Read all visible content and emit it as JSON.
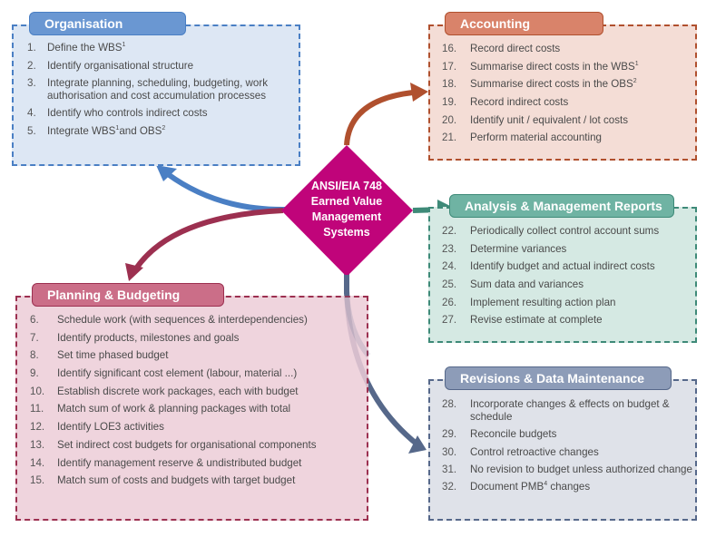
{
  "center": {
    "lines": [
      "ANSI/EIA 748",
      "Earned Value",
      "Management",
      "Systems"
    ],
    "color": "#c0047a"
  },
  "organisation": {
    "title": "Organisation",
    "color": "#4a7fc4",
    "items": [
      {
        "num": "1.",
        "text": "Define the WBS",
        "sup": "1",
        "tail": ""
      },
      {
        "num": "2.",
        "text": "Identify organisational structure",
        "sup": "",
        "tail": ""
      },
      {
        "num": "3.",
        "text": "Integrate planning, scheduling, budgeting, work authorisation and cost accumulation processes",
        "sup": "",
        "tail": ""
      },
      {
        "num": "4.",
        "text": "Identify who controls indirect costs",
        "sup": "",
        "tail": ""
      },
      {
        "num": "5.",
        "text": "Integrate WBS",
        "sup": "1",
        "tail": "and OBS",
        "sup2": "2"
      }
    ]
  },
  "accounting": {
    "title": "Accounting",
    "color": "#b05030",
    "items": [
      {
        "num": "16.",
        "text": "Record direct costs",
        "sup": ""
      },
      {
        "num": "17.",
        "text": "Summarise direct costs in the WBS",
        "sup": "1"
      },
      {
        "num": "18.",
        "text": "Summarise direct costs in the OBS",
        "sup": "2"
      },
      {
        "num": "19.",
        "text": "Record indirect costs",
        "sup": ""
      },
      {
        "num": "20.",
        "text": "Identify unit / equivalent / lot costs",
        "sup": ""
      },
      {
        "num": "21.",
        "text": "Perform material accounting",
        "sup": ""
      }
    ]
  },
  "analysis": {
    "title": "Analysis & Management Reports",
    "color": "#3e8a78",
    "items": [
      {
        "num": "22.",
        "text": "Periodically collect control account sums"
      },
      {
        "num": "23.",
        "text": "Determine variances"
      },
      {
        "num": "24.",
        "text": "Identify budget and actual indirect costs"
      },
      {
        "num": "25.",
        "text": "Sum data and variances"
      },
      {
        "num": "26.",
        "text": "Implement resulting action plan"
      },
      {
        "num": "27.",
        "text": "Revise estimate at complete"
      }
    ]
  },
  "planning": {
    "title": "Planning & Budgeting",
    "color": "#9c3050",
    "items": [
      {
        "num": "6.",
        "text": "Schedule work (with sequences & interdependencies)"
      },
      {
        "num": "7.",
        "text": "Identify products, milestones and goals"
      },
      {
        "num": "8.",
        "text": "Set time phased budget"
      },
      {
        "num": "9.",
        "text": "Identify significant cost element (labour, material ...)"
      },
      {
        "num": "10.",
        "text": "Establish discrete work packages, each with budget"
      },
      {
        "num": "11.",
        "text": "Match sum of work & planning packages with total"
      },
      {
        "num": "12.",
        "text": "Identify LOE3 activities"
      },
      {
        "num": "13.",
        "text": "Set indirect cost budgets for organisational components"
      },
      {
        "num": "14.",
        "text": "Identify management reserve & undistributed budget"
      },
      {
        "num": "15.",
        "text": "Match sum of costs and budgets with target budget"
      }
    ]
  },
  "revisions": {
    "title": "Revisions & Data Maintenance",
    "color": "#56688a",
    "items": [
      {
        "num": "28.",
        "text": "Incorporate changes & effects on budget & schedule",
        "sup": ""
      },
      {
        "num": "29.",
        "text": "Reconcile budgets",
        "sup": ""
      },
      {
        "num": "30.",
        "text": "Control retroactive changes",
        "sup": ""
      },
      {
        "num": "31.",
        "text": "No revision to budget unless authorized change",
        "sup": ""
      },
      {
        "num": "32.",
        "text": "Document PMB",
        "sup": "4",
        "tail": " changes"
      }
    ]
  }
}
